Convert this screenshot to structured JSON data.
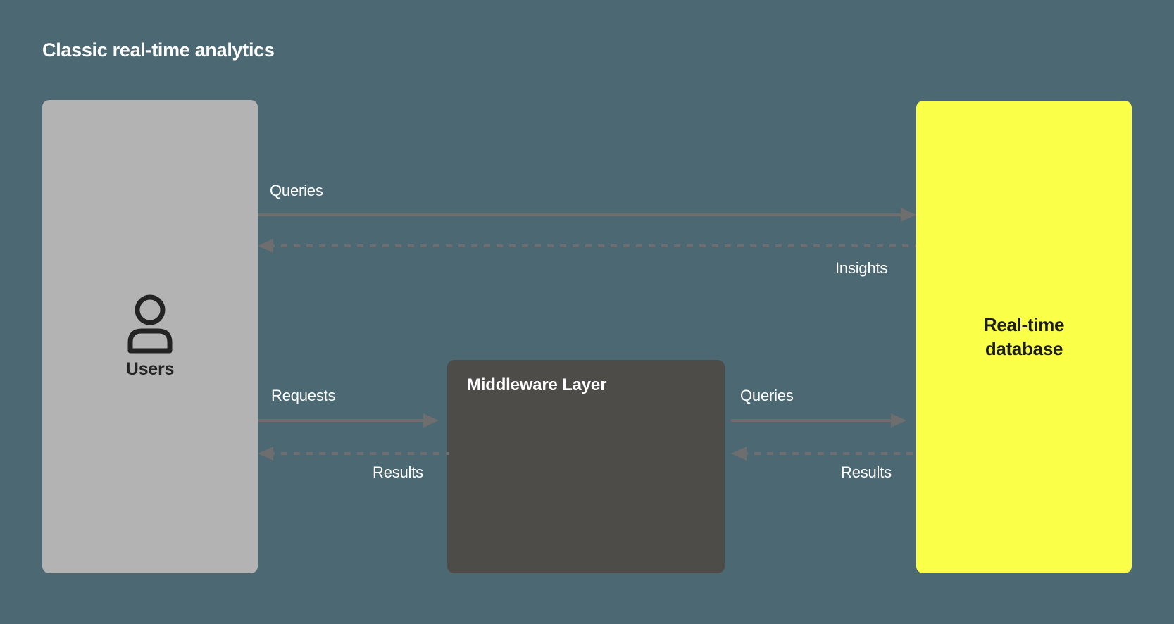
{
  "title": "Classic real-time analytics",
  "theme": {
    "background": "#4c6873",
    "users_box": "#b3b3b3",
    "middleware_box": "#4e4c49",
    "database_box": "#faff47",
    "arrow": "#6e6e6e",
    "text_light": "#ffffff",
    "text_dark": "#1d1d1d"
  },
  "nodes": {
    "users": {
      "label": "Users",
      "icon": "user-icon"
    },
    "middleware": {
      "label": "Middleware Layer"
    },
    "database": {
      "label": "Real-time\ndatabase"
    }
  },
  "flows": [
    {
      "id": "queries-top",
      "label": "Queries",
      "style": "solid",
      "direction": "right",
      "from": "users",
      "to": "database"
    },
    {
      "id": "insights",
      "label": "Insights",
      "style": "dashed",
      "direction": "left",
      "from": "database",
      "to": "users"
    },
    {
      "id": "requests",
      "label": "Requests",
      "style": "solid",
      "direction": "right",
      "from": "users",
      "to": "middleware"
    },
    {
      "id": "results-left",
      "label": "Results",
      "style": "dashed",
      "direction": "left",
      "from": "middleware",
      "to": "users"
    },
    {
      "id": "queries-mid",
      "label": "Queries",
      "style": "solid",
      "direction": "right",
      "from": "middleware",
      "to": "database"
    },
    {
      "id": "results-right",
      "label": "Results",
      "style": "dashed",
      "direction": "left",
      "from": "database",
      "to": "middleware"
    }
  ]
}
